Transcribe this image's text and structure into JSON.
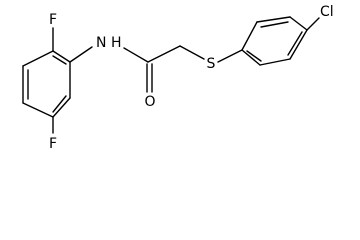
{
  "molecule": {
    "atoms": {
      "fluorine_top": "F",
      "fluorine_bottom": "F",
      "amide_nitrogen": "N",
      "amide_hydrogen": "H",
      "carbonyl_oxygen": "O",
      "thioether_sulfur": "S",
      "chlorine": "Cl"
    }
  }
}
